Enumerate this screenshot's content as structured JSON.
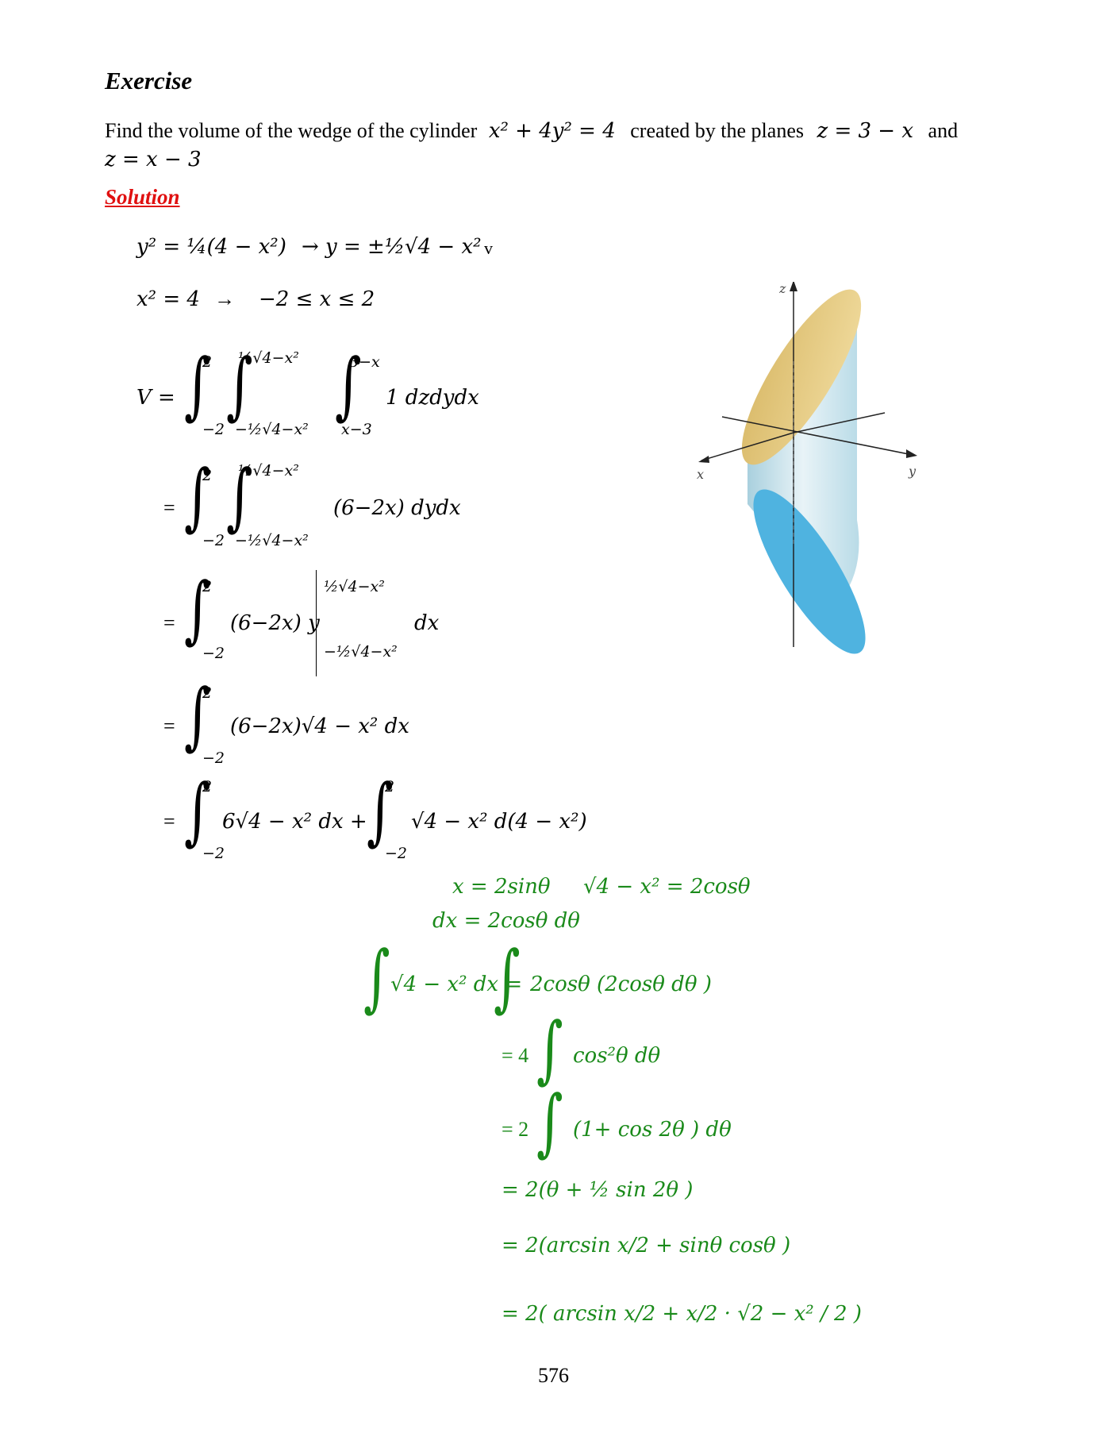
{
  "heading": "Exercise",
  "problem": {
    "line1_prefix": "Find the volume of the wedge of the cylinder",
    "cylinder_eq": "x² + 4y² = 4",
    "line1_mid": "created by the planes",
    "plane1": "z = 3 − x",
    "line1_and": "and",
    "plane2": "z = x − 3"
  },
  "solution_label": "Solution",
  "steps": {
    "y_sq": "y² = ¼(4 − x²)",
    "y_arrow": "→  y = ±½√4 − x²",
    "y_mark": "v",
    "x_sq": "x² = 4",
    "x_arrow": "→",
    "x_range": "−2 ≤ x ≤ 2",
    "v_label": "V =",
    "int_lo": "−2",
    "int_hi": "2",
    "y_lo": "−½√4−x²",
    "y_hi": "½√4−x²",
    "z_lo": "x−3",
    "z_hi": "3−x",
    "integrand1": "1 dzdydx",
    "equals": "=",
    "integrand2": "(6−2x) dydx",
    "integrand3": "(6−2x) y",
    "integrand3_dx": "dx",
    "integrand4": "(6−2x)√4 − x²  dx",
    "integrand5a": "6√4 − x²  dx  +",
    "integrand5b": "√4 − x²  d(4 − x²)"
  },
  "substitution": {
    "x_sub": "x = 2sinθ",
    "root_sub": "√4 − x² = 2cosθ",
    "dx_sub": "dx = 2cosθ dθ",
    "int_lhs": "√4 − x²  dx =",
    "int_rhs": "2cosθ (2cosθ dθ )",
    "line2_coef": "= 4",
    "line2_body": "cos²θ  dθ",
    "line3_coef": "= 2",
    "line3_body": "(1+ cos 2θ )  dθ",
    "line4": "= 2(θ + ½ sin 2θ )",
    "line5": "= 2(arcsin x/2 + sinθ cosθ )",
    "line6": "= 2( arcsin x/2 + x/2 · √2 − x² / 2 )"
  },
  "figure": {
    "axis_z": "z",
    "axis_x": "x",
    "axis_y": "y",
    "top_color": "#e6c97a",
    "body_color": "#cfe6ee",
    "bottom_color": "#4fb3e0"
  },
  "page_number": "576"
}
